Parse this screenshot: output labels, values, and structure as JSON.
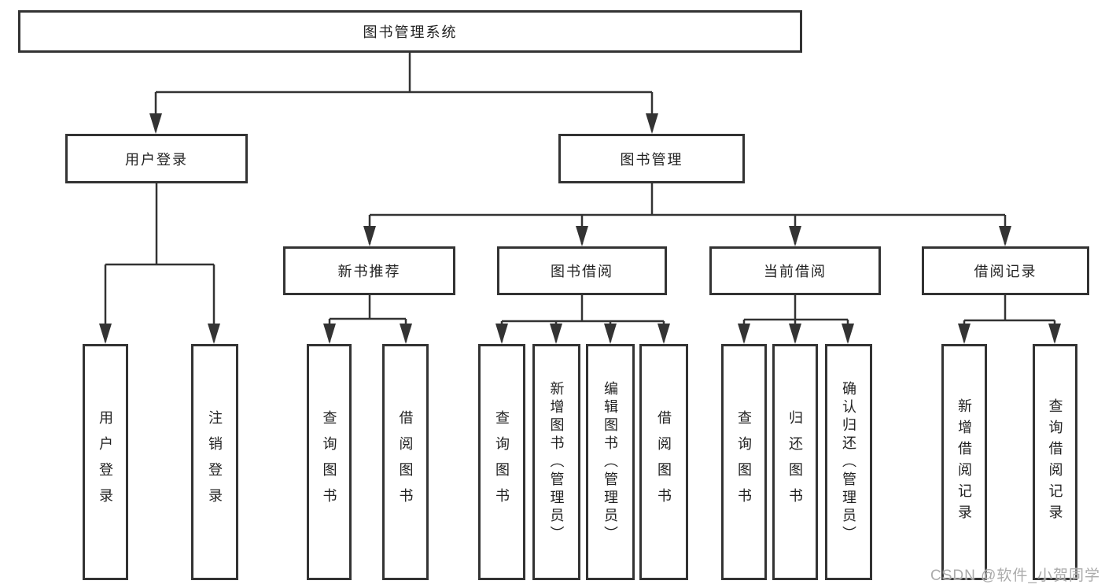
{
  "nodes": {
    "root": "图书管理系统",
    "user_login": "用户登录",
    "book_mgmt": "图书管理",
    "new_books": "新书推荐",
    "book_borrow": "图书借阅",
    "current_borrow": "当前借阅",
    "borrow_records": "借阅记录"
  },
  "leaves": {
    "user_login_1": "用户登录",
    "user_login_2": "注销登录",
    "new_books_1": "查询图书",
    "new_books_2": "借阅图书",
    "book_borrow_1": "查询图书",
    "book_borrow_2": "新增图书（管理员）",
    "book_borrow_3": "编辑图书（管理员）",
    "book_borrow_4": "借阅图书",
    "current_borrow_1": "查询图书",
    "current_borrow_2": "归还图书",
    "current_borrow_3": "确认归还（管理员）",
    "borrow_records_1": "新增借阅记录",
    "borrow_records_2": "查询借阅记录"
  },
  "watermark": "CSDN @软件_小贺同学",
  "colors": {
    "line": "#333333",
    "text": "#222222",
    "watermark": "#ababab"
  }
}
